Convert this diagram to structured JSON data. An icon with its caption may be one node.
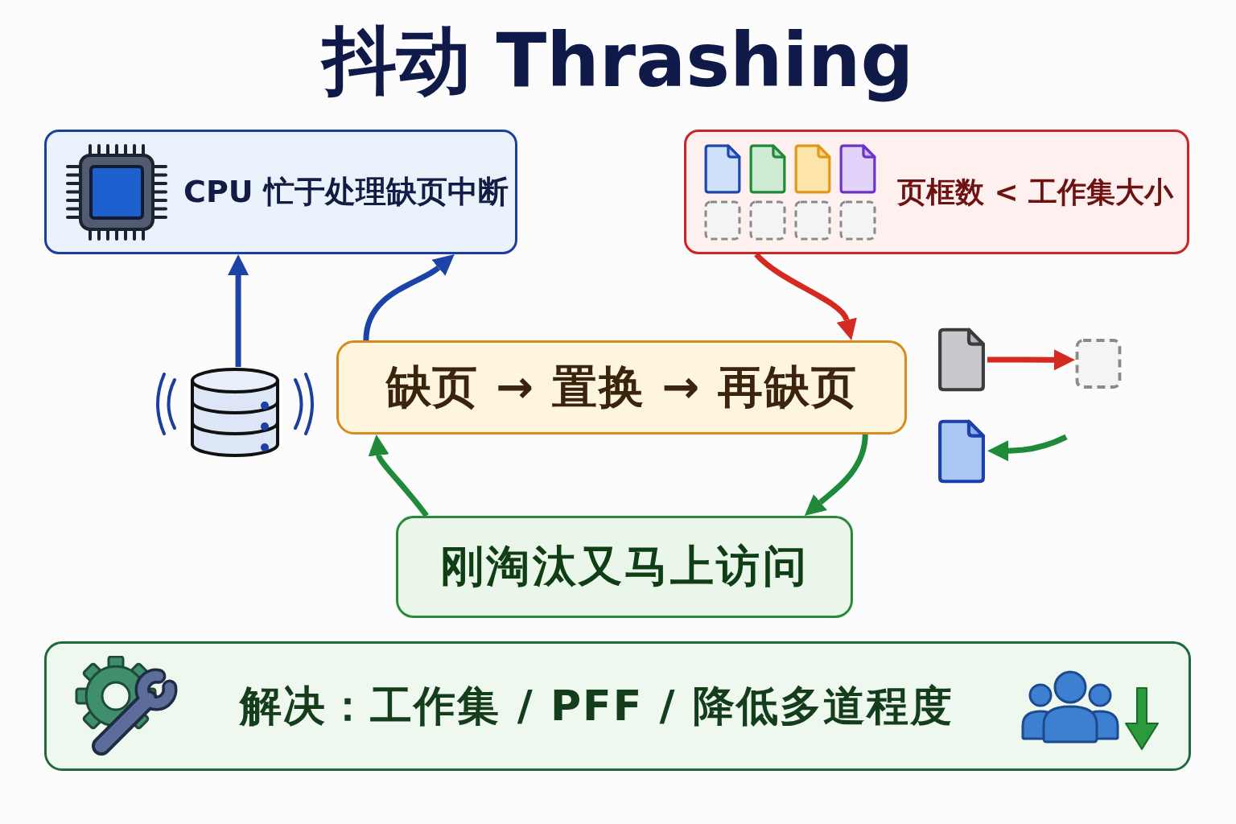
{
  "diagram": {
    "title": "抖动 Thrashing",
    "nodes": [
      {
        "text": [
          "CPU 忙于处理缺页中断"
        ]
      },
      {
        "text": [
          "页框数 < 工作集大小"
        ]
      },
      {
        "text": [],
        "shape": "cylinder"
      },
      {
        "text": [
          "缺页 → 置换 → 再缺页"
        ]
      },
      {
        "text": [],
        "shape": "picture"
      },
      {
        "text": [],
        "shape": "box"
      },
      {
        "text": [],
        "shape": "picture"
      },
      {
        "text": [
          "刚淘汰又马上访问"
        ]
      },
      {
        "text": [
          "解决：工作集 / PFF / 降低多道程度"
        ]
      }
    ],
    "edges": [
      {
        "from": 2,
        "to": 0,
        "arrow": "to",
        "color": "#1c44a8"
      },
      {
        "from": 3,
        "to": 0,
        "arrow": "to",
        "color": "#1c44a8"
      },
      {
        "from": 1,
        "to": 3,
        "arrow": "to",
        "color": "#d42a22"
      },
      {
        "from": 3,
        "to": 7,
        "arrow": "to",
        "color": "#1f8a3a"
      },
      {
        "from": 7,
        "to": 3,
        "arrow": "to",
        "color": "#1f8a3a"
      },
      {
        "from": 4,
        "to": 5,
        "arrow": "to",
        "color": "#d42a22"
      },
      {
        "from": null,
        "to": 6,
        "arrow": "to",
        "color": "#1f8a3a"
      }
    ]
  }
}
